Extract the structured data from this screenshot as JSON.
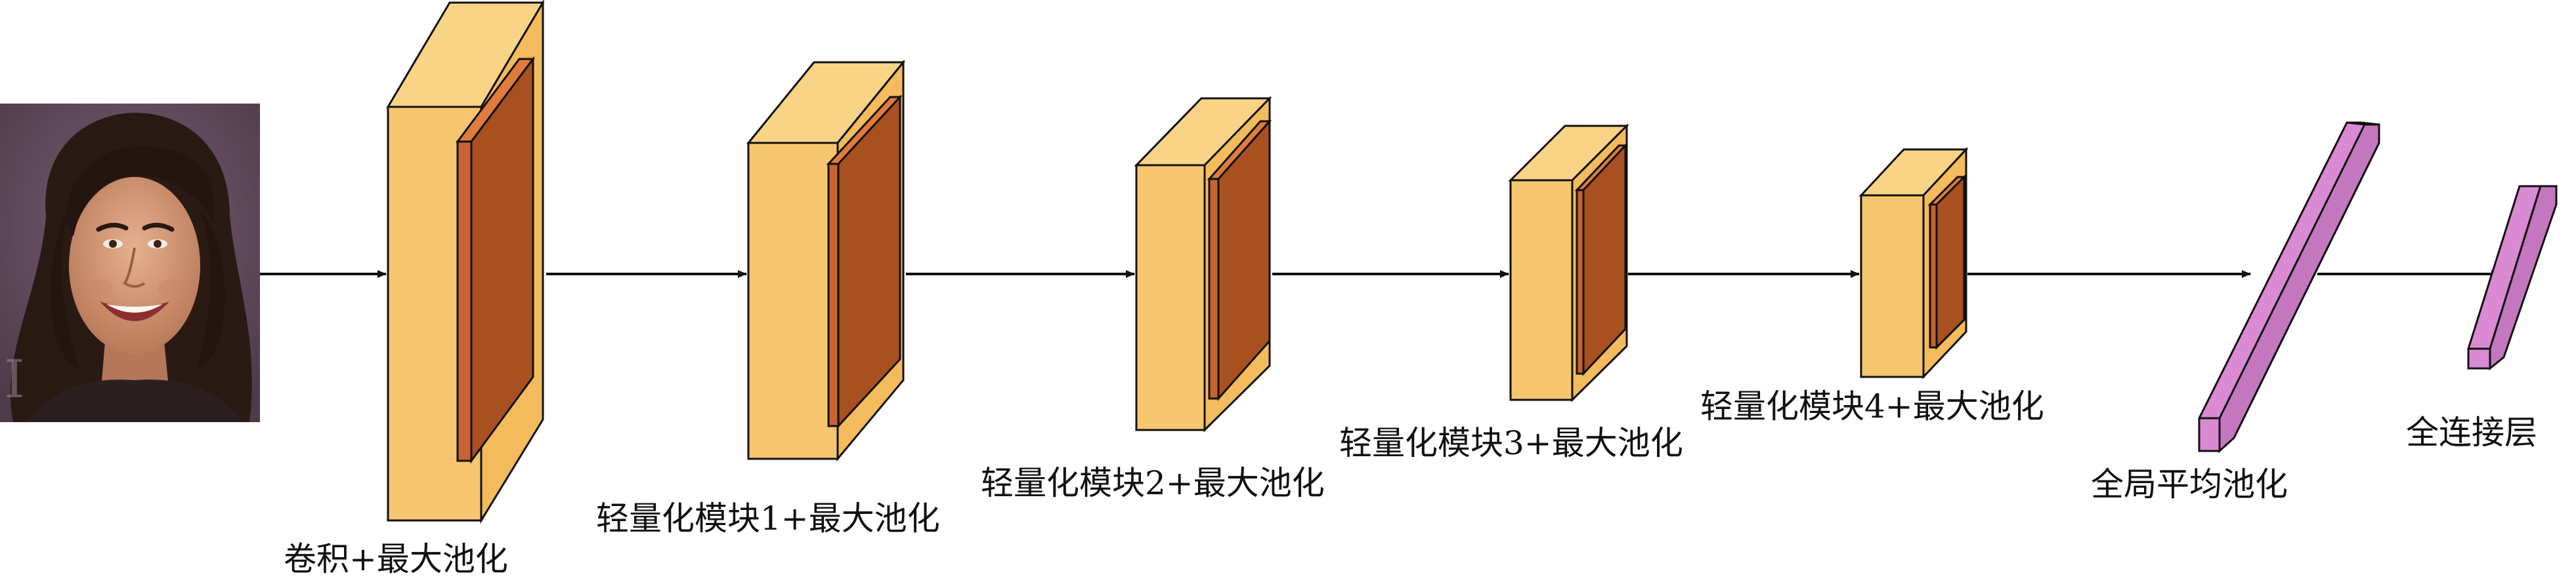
{
  "layers": [
    {
      "label": "卷积+最大池化"
    },
    {
      "label": "轻量化模块1+最大池化"
    },
    {
      "label": "轻量化模块2+最大池化"
    },
    {
      "label": "轻量化模块3+最大池化"
    },
    {
      "label": "轻量化模块4+最大池化"
    },
    {
      "label": "全局平均池化"
    },
    {
      "label": "全连接层"
    }
  ],
  "colors": {
    "block_front": "#F6C66E",
    "block_top": "#F9D486",
    "block_side": "#F3BB5C",
    "feature_map_front": "#C86230",
    "feature_map_top": "#E07B3C",
    "feature_map_side": "#A8501F",
    "vector_front": "#D98AD2",
    "vector_top": "#E9A9E3",
    "vector_side": "#C477BE",
    "stroke": "#111111"
  }
}
